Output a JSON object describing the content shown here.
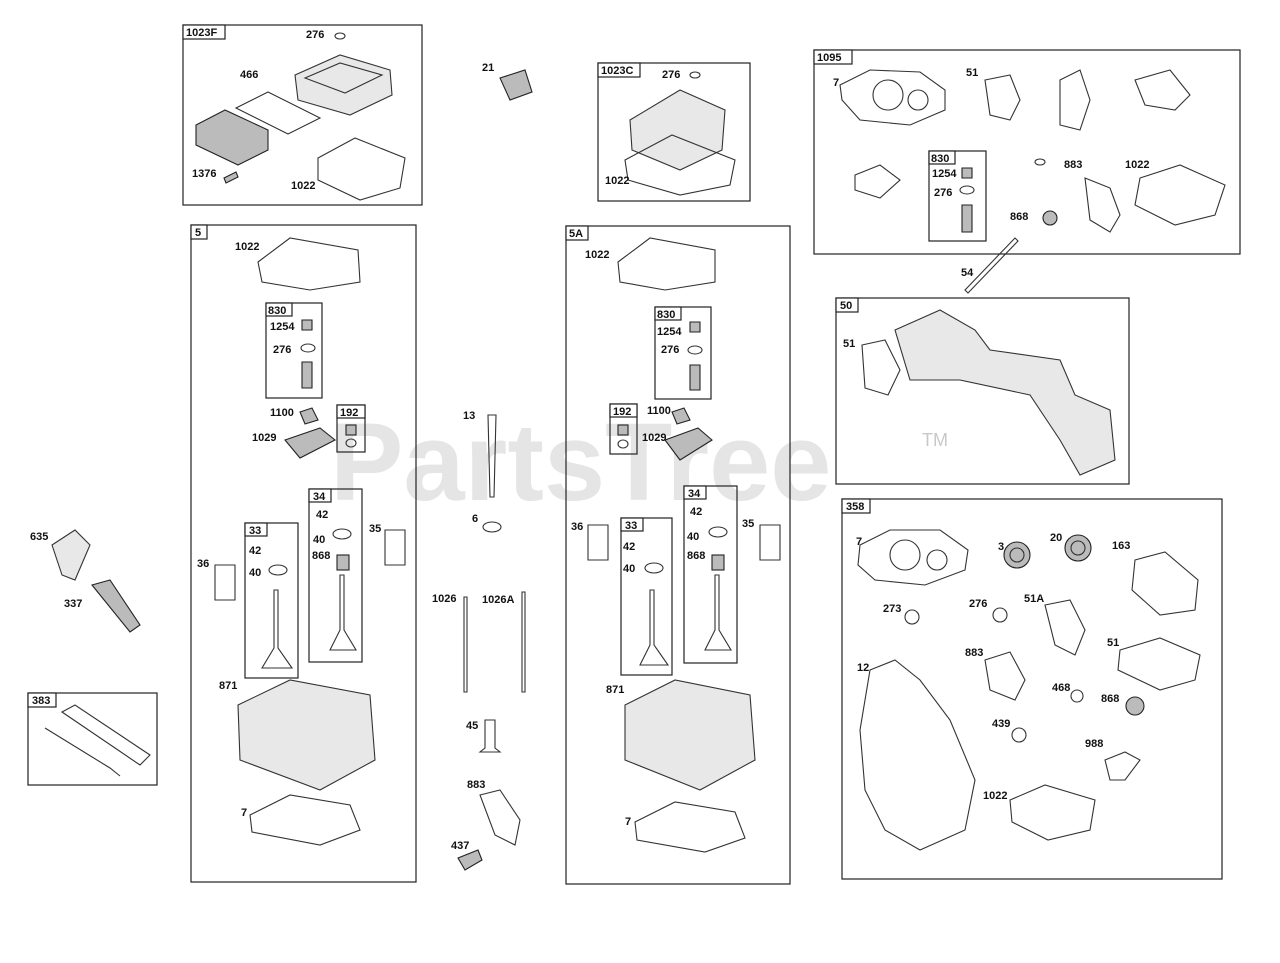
{
  "watermark": {
    "text": "PartsTree",
    "tm": "TM"
  },
  "groups": [
    {
      "id": "1023F",
      "labels": [
        "276",
        "466",
        "1376",
        "1022"
      ]
    },
    {
      "id": "1023C",
      "labels": [
        "276",
        "1022"
      ]
    },
    {
      "id": "1095",
      "labels": [
        "7",
        "51",
        "883",
        "1022",
        "868"
      ]
    },
    {
      "id": "5",
      "labels": [
        "1022",
        "1100",
        "1029",
        "36",
        "35",
        "871",
        "7"
      ]
    },
    {
      "id": "5A",
      "labels": [
        "1022",
        "1100",
        "1029",
        "36",
        "35",
        "871",
        "7"
      ]
    },
    {
      "id": "830",
      "labels": [
        "1254",
        "276"
      ]
    },
    {
      "id": "192",
      "labels": []
    },
    {
      "id": "34",
      "labels": [
        "42",
        "40",
        "868"
      ]
    },
    {
      "id": "33",
      "labels": [
        "42",
        "40"
      ]
    },
    {
      "id": "50",
      "labels": [
        "51"
      ]
    },
    {
      "id": "358",
      "labels": [
        "7",
        "3",
        "20",
        "163",
        "273",
        "276",
        "51A",
        "883",
        "51",
        "12",
        "468",
        "868",
        "439",
        "988",
        "1022"
      ]
    },
    {
      "id": "383",
      "labels": []
    }
  ],
  "loose_parts": [
    "21",
    "54",
    "13",
    "6",
    "1026",
    "1026A",
    "45",
    "883",
    "437",
    "635",
    "337"
  ],
  "colors": {
    "line": "#222222",
    "watermark": "#d0d0d0",
    "background": "#ffffff"
  }
}
